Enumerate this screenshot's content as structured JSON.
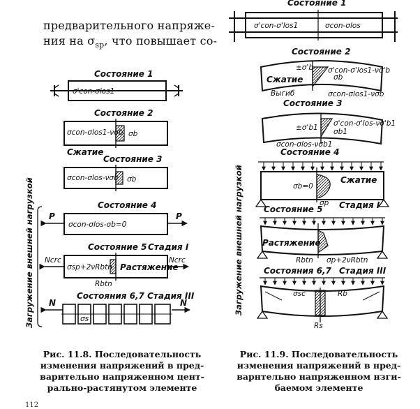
{
  "intro": {
    "line1": "предварительного  напряже-",
    "line2": "ния на σ",
    "line2_sub": "sp",
    "line2_tail": ", что повышает со-"
  },
  "fig8": {
    "state1": "Состояние 1",
    "state1_label": "σ'con-σlos1",
    "state2": "Состояние 2",
    "state2_label_left": "σcon-σlos1-νσb",
    "state2_label_right": "σb",
    "compression": "Сжатие",
    "state3": "Состояние 3",
    "state3_label_left": "σcon-σlos-νσb",
    "state3_label_right": "σb",
    "state4": "Состояние 4",
    "state4_label": "σcon-σlos-σb=0",
    "force_p": "P",
    "state5": "Состояние 5",
    "stage1": "Стадия I",
    "state5_label_left": "σsp+2νRbtn",
    "tension": "Растяжение",
    "ncrc": "Ncrc",
    "rbtn": "Rbtn",
    "state67": "Состояния 6,7 Стадия III",
    "force_n": "N",
    "sigma_s": "σs",
    "side": "Загружение внешней нагрузкой"
  },
  "fig9": {
    "state1": "Состояние 1",
    "state1_left": "σ'con-σ'los1",
    "state1_right": "σcon-σlos",
    "state2": "Состояние 2",
    "state2_b": "±σ'b",
    "state2_top": "σ'con-σ'los1-νσ'b",
    "state2_sigb": "σb",
    "compression": "Сжатие",
    "bend": "Выгиб",
    "state2_bottom": "σcon-σlos1-νσb",
    "state3": "Состояние 3",
    "state3_b": "±σ'b1",
    "state3_top": "σ'con-σ'los-νσ'b1",
    "state3_sigb": "σb1",
    "state3_bottom": "σcon-σlos-νσb1",
    "state4": "Состояние 4",
    "state4_b": "σb=0",
    "state4_comp": "Сжатие",
    "state4_sp": "σp",
    "stage1": "Стадия I",
    "state5": "Состояние 5",
    "tension": "Растяжение",
    "state5_rbtn": "Rbtn",
    "state5_sp": "σp+2νRbtn",
    "state67": "Состояния 6,7",
    "stage3": "Стадия III",
    "sigma_sc": "σsc",
    "rb": "Rb",
    "rs": "Rs",
    "side": "Загружение внешней нагрузкой"
  },
  "captions": {
    "left_l1": "Рис.  11.8.  Последовательность",
    "left_l2": "изменения напряжений в пред-",
    "left_l3": "варительно напряженном цент-",
    "left_l4": "рально-растянутом элементе",
    "right_l1": "Рис.  11.9.  Последовательность",
    "right_l2": "изменения напряжений в нред-",
    "right_l3": "варнтельно напряженном нзги-",
    "right_l4": "баемом элементе"
  },
  "page_number": "112"
}
